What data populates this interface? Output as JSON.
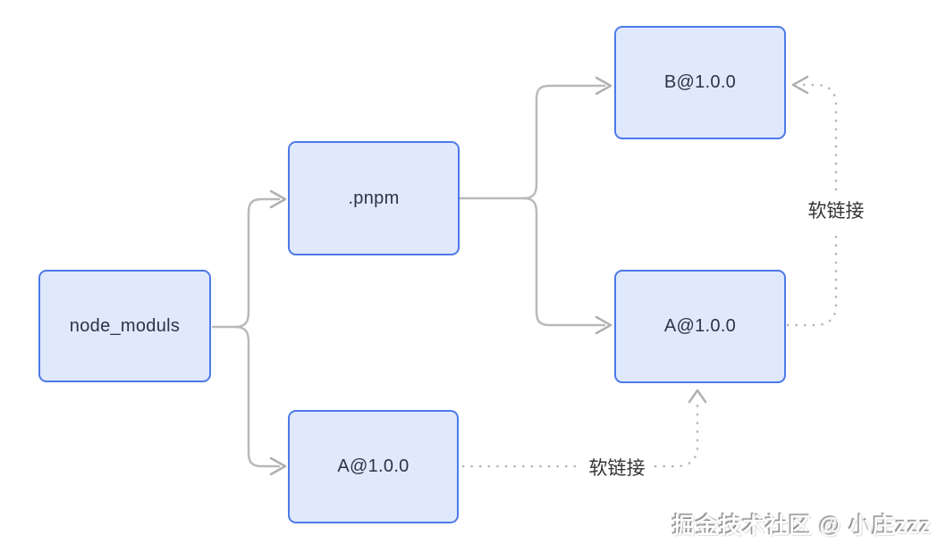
{
  "diagram": {
    "nodes": {
      "node_modules": {
        "label": "node_moduls"
      },
      "pnpm": {
        "label": ".pnpm"
      },
      "b_top": {
        "label": "B@1.0.0"
      },
      "a_top": {
        "label": "A@1.0.0"
      },
      "a_store": {
        "label": "A@1.0.0"
      }
    },
    "edge_labels": {
      "softlink_right": "软链接",
      "softlink_bottom": "软链接"
    }
  },
  "watermark": {
    "text": "掘金技术社区 @ 小庄zzz"
  },
  "colors": {
    "node_border": "#4d79e8",
    "node_fill": "#e0e8fc",
    "node_text": "#2d3345",
    "connector": "#b9b9b9",
    "label_text": "#333333",
    "background": "#ffffff"
  }
}
